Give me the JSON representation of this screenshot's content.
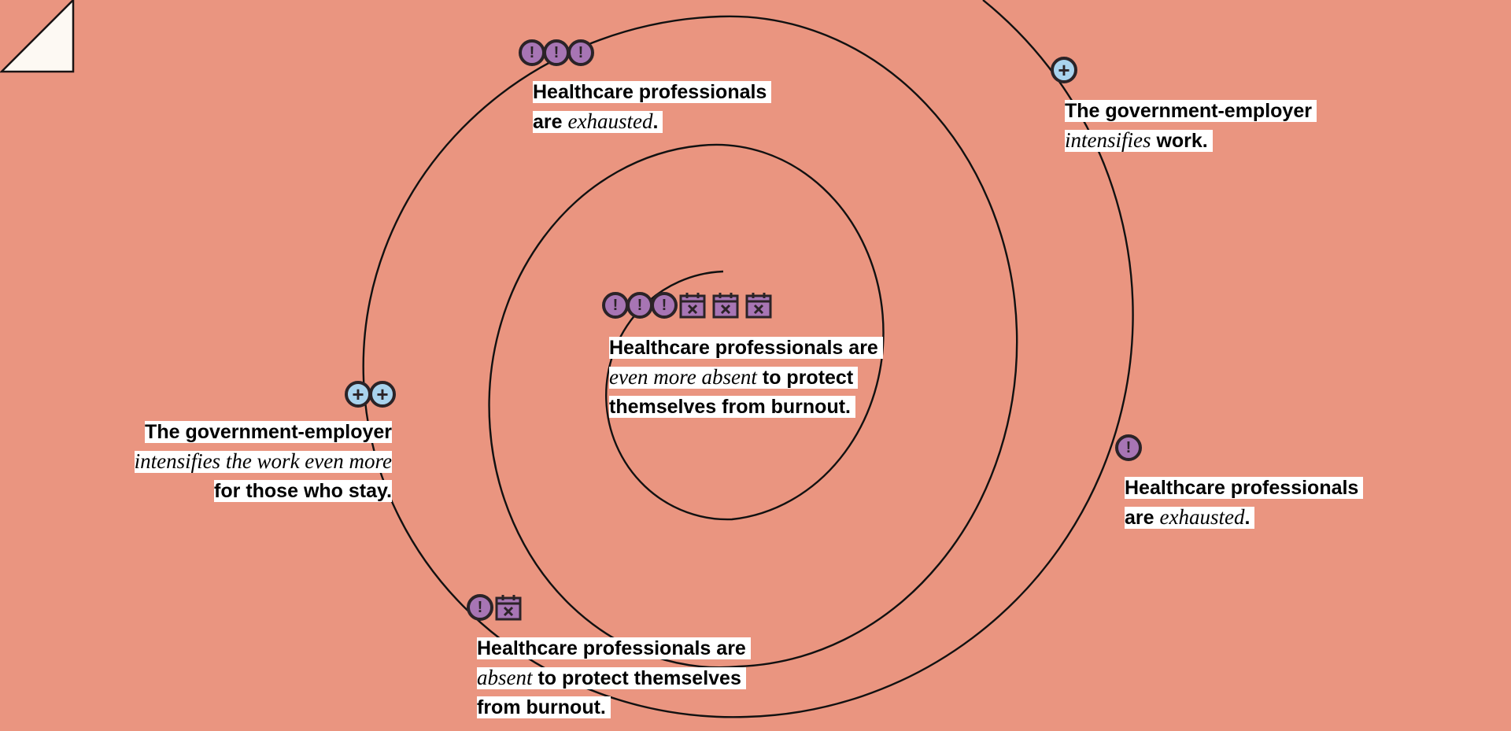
{
  "colors": {
    "background": "#EA9580",
    "alert": "#A775B4",
    "plus": "#A9D3EE",
    "outline": "#2b2327"
  },
  "labels": {
    "top": {
      "icons": [
        "alert-icon",
        "alert-icon",
        "alert-icon"
      ],
      "l1": "Healthcare professionals",
      "l2a": "are",
      "l2b": "exhausted",
      "l2c": "."
    },
    "top_right": {
      "icons": [
        "plus-icon"
      ],
      "l1": "The government-employer",
      "l2a": "intensifies",
      "l2b": "work."
    },
    "center": {
      "icons": [
        "alert-icon",
        "alert-icon",
        "alert-icon",
        "calendar-x-icon",
        "calendar-x-icon",
        "calendar-x-icon"
      ],
      "l1": "Healthcare professionals are",
      "l2a": "even more absent",
      "l2b": "to protect",
      "l3": "themselves from burnout."
    },
    "left": {
      "icons": [
        "plus-icon",
        "plus-icon"
      ],
      "l1": "The government-employer",
      "l2": "intensifies the work even more",
      "l3": "for those who stay."
    },
    "right": {
      "icons": [
        "alert-icon"
      ],
      "l1": "Healthcare professionals",
      "l2a": "are",
      "l2b": "exhausted",
      "l2c": "."
    },
    "bottom": {
      "icons": [
        "alert-icon",
        "calendar-x-icon"
      ],
      "l1": "Healthcare professionals are",
      "l2a": "absent",
      "l2b": "to protect themselves",
      "l3": "from burnout."
    }
  },
  "alert_glyph": "!",
  "plus_glyph": "+"
}
